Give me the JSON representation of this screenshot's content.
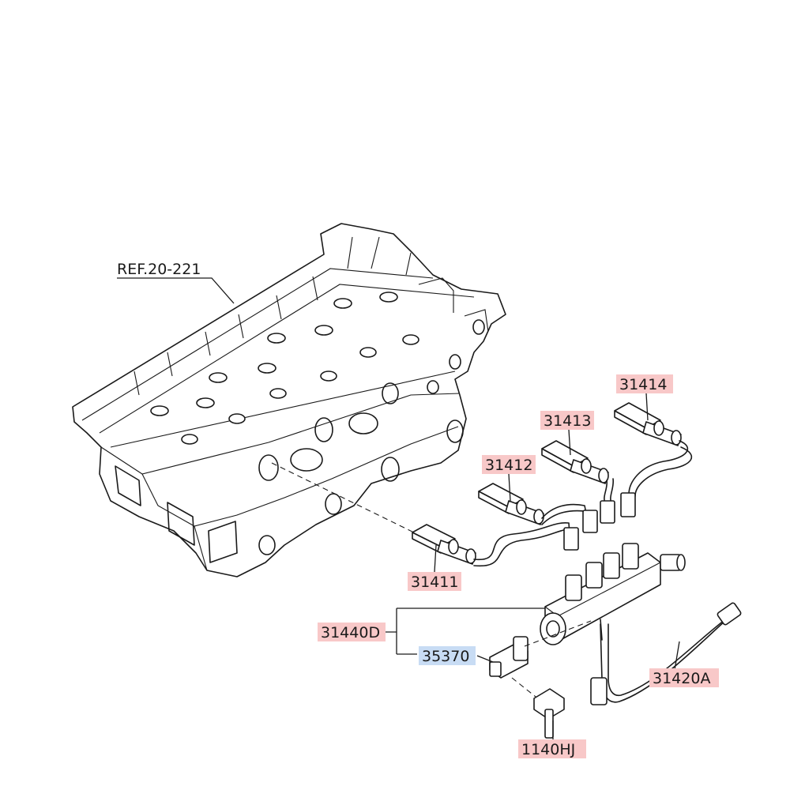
{
  "reference_label": "REF.20-221",
  "parts": [
    {
      "number": "31411",
      "highlight": "#f8c8c8"
    },
    {
      "number": "31412",
      "highlight": "#f8c8c8"
    },
    {
      "number": "31413",
      "highlight": "#f8c8c8"
    },
    {
      "number": "31414",
      "highlight": "#f8c8c8"
    },
    {
      "number": "31440D",
      "highlight": "#f8c8c8"
    },
    {
      "number": "35370",
      "highlight": "#c8dcf4"
    },
    {
      "number": "31420A",
      "highlight": "#f8c8c8"
    },
    {
      "number": "1140HJ",
      "highlight": "#f8c8c8"
    }
  ]
}
